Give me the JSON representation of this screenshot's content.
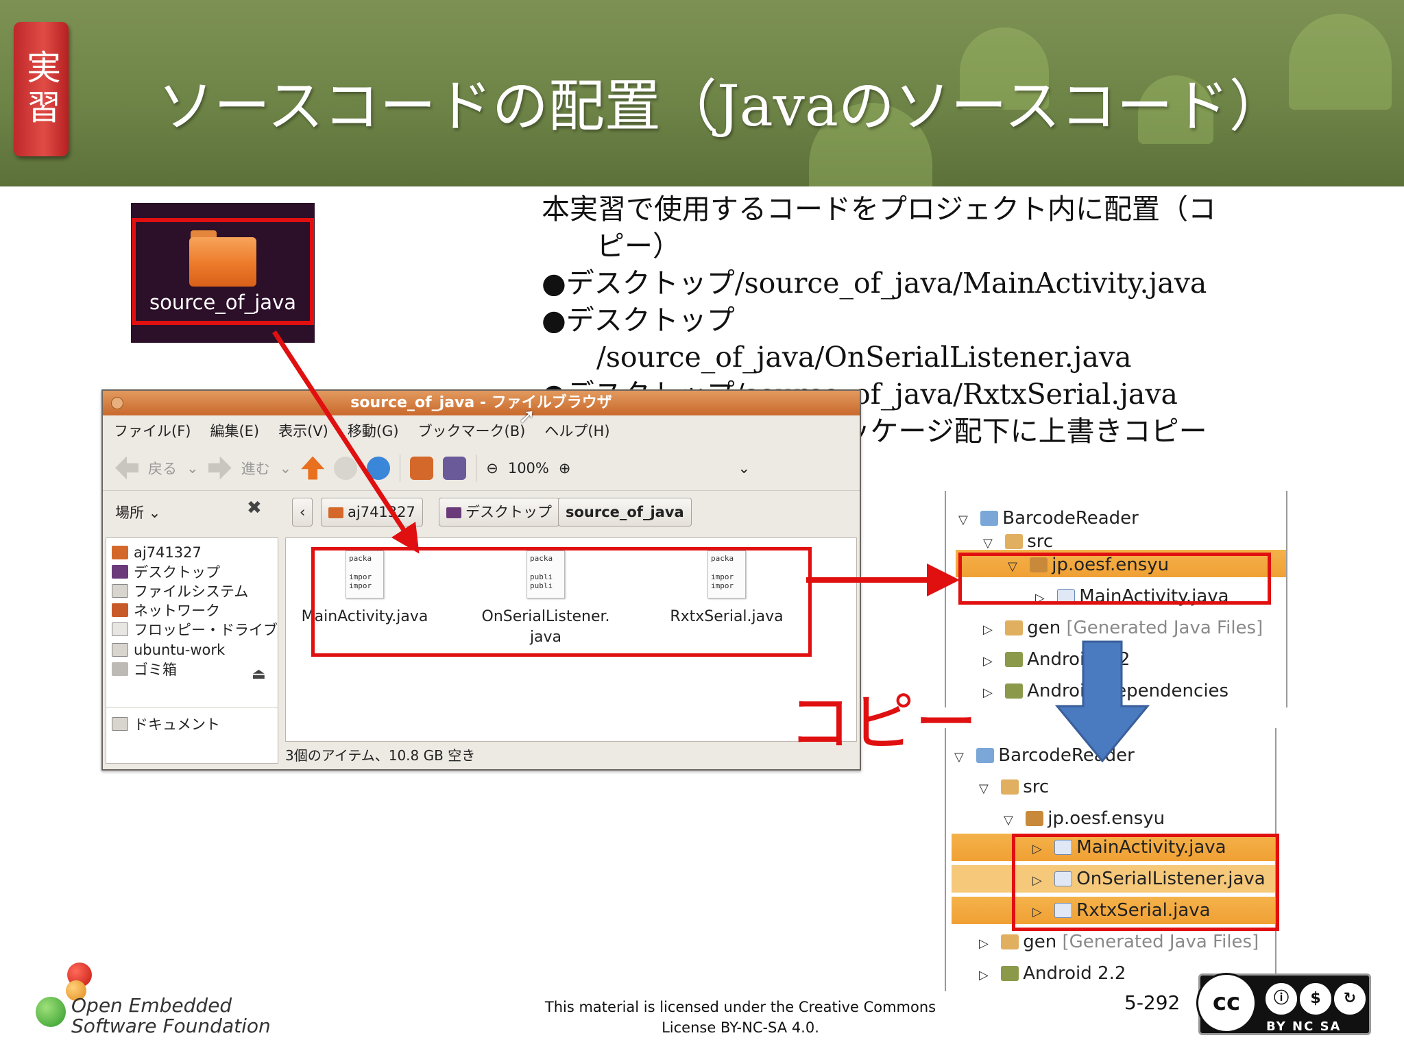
{
  "slide": {
    "badge": "実習",
    "title": "ソースコードの配置（Javaのソースコード）",
    "instructions": [
      "本実習で使用するコードをプロジェクト内に配置（コ",
      "ピー）",
      "●デスクトップ/source_of_java/MainActivity.java",
      "●デスクトップ",
      "/source_of_java/OnSerialListener.java",
      "●デスクトップ/source_of_java/RxtxSerial.java",
      "→ jp.oesf.ensyuパッケージ配下に上書きコピー"
    ],
    "copy_label": "コピー",
    "accent_red": "#e01010"
  },
  "desktop_icon": {
    "label": "source_of_java",
    "icon": "folder-icon"
  },
  "file_browser": {
    "title": "source_of_java - ファイルブラウザ",
    "menu": [
      "ファイル(F)",
      "編集(E)",
      "表示(V)",
      "移動(G)",
      "ブックマーク(B)",
      "ヘルプ(H)"
    ],
    "toolbar": {
      "back": "戻る",
      "forward": "進む",
      "zoom": "100%"
    },
    "places_label": "場所",
    "breadcrumbs": [
      "aj741327",
      "デスクトップ",
      "source_of_java"
    ],
    "sidebar": [
      "aj741327",
      "デスクトップ",
      "ファイルシステム",
      "ネットワーク",
      "フロッピー・ドライブ",
      "ubuntu-work",
      "ゴミ箱",
      "ドキュメント"
    ],
    "files": [
      {
        "name": "MainActivity.java",
        "preview": [
          "packa",
          "impor",
          "impor"
        ]
      },
      {
        "name": "OnSerialListener.\njava",
        "preview": [
          "packa",
          "publi",
          "publi"
        ]
      },
      {
        "name": "RxtxSerial.java",
        "preview": [
          "packa",
          "impor",
          "impor"
        ]
      }
    ],
    "status": "3個のアイテム、10.8 GB 空き"
  },
  "eclipse_before": {
    "project": "BarcodeReader",
    "src": "src",
    "package": "jp.oesf.ensyu",
    "file": "MainActivity.java",
    "gen": "gen",
    "gen_suffix": "[Generated Java Files]",
    "android": "Android 2.2",
    "deps": "Android Dependencies"
  },
  "eclipse_after": {
    "project": "BarcodeReader",
    "src": "src",
    "package": "jp.oesf.ensyu",
    "files": [
      "MainActivity.java",
      "OnSerialListener.java",
      "RxtxSerial.java"
    ],
    "gen": "gen",
    "gen_suffix": "[Generated Java Files]",
    "android": "Android 2.2"
  },
  "footer": {
    "logo_line1": "Open Embedded",
    "logo_line2": "Software Foundation",
    "license_line1": "This material is licensed under the Creative Commons",
    "license_line2": "License BY-NC-SA 4.0.",
    "page_number": "5-292",
    "cc_labels": "BY NC SA"
  }
}
